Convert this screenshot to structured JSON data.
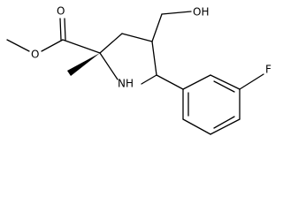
{
  "molecule": {
    "atoms": {
      "O_carbonyl": "O",
      "O_ester": "O",
      "NH": "NH",
      "OH": "OH",
      "F": "F"
    }
  }
}
